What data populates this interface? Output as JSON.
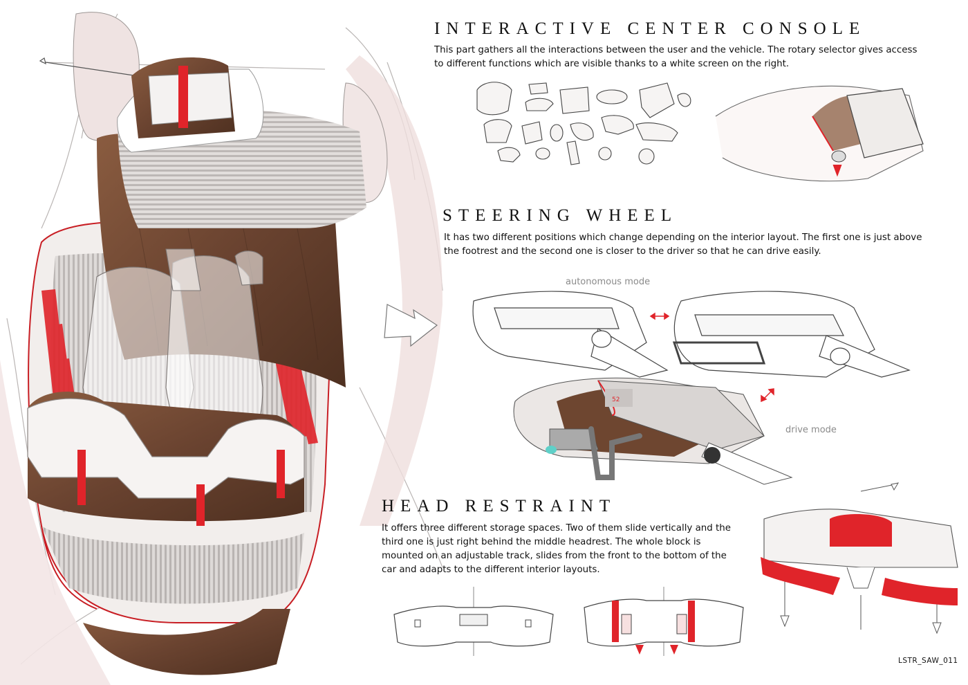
{
  "sections": {
    "console": {
      "title": "INTERACTIVE CENTER CONSOLE",
      "body": "This part gathers all the interactions between the user and the vehicle. The rotary selector gives access to different functions which are visible thanks to a white screen on the right."
    },
    "steering": {
      "title": "STEERING WHEEL",
      "body": "It has two different positions which change depending on the interior layout. The first one is just above the footrest and the second one is closer to the driver so that he can drive easily.",
      "label_autonomous": "autonomous mode",
      "label_drive": "drive mode"
    },
    "head_restraint": {
      "title": "HEAD RESTRAINT",
      "body": "It offers three different storage spaces. Two of them slide vertically and the third one is just right behind the middle headrest. The whole block is mounted on an adjustable track, slides from the front to the bottom of the car and adapts to the different interior layouts."
    }
  },
  "footer": {
    "code": "LSTR_SAW_011"
  },
  "colors": {
    "accent_red": "#e0242a",
    "wood": "#6e4630",
    "sketch_line": "#555555",
    "soft_grey": "#d9d4d2"
  }
}
